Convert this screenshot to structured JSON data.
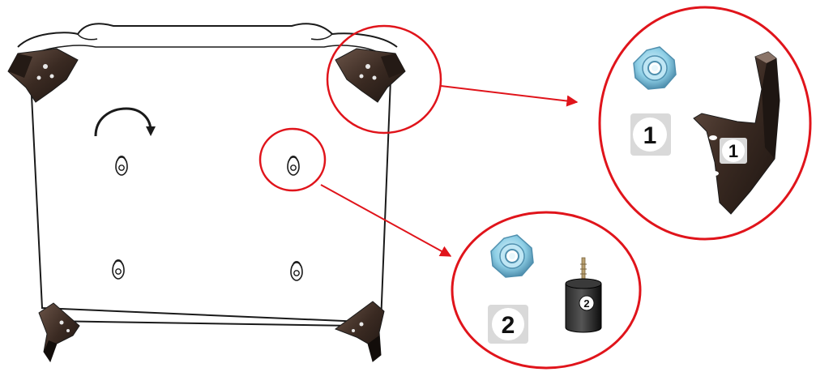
{
  "callouts": {
    "corner_detail": {
      "part_label": "1",
      "bracket_label": "1"
    },
    "foot_detail": {
      "part_label": "2",
      "foot_label": "2"
    }
  },
  "colors": {
    "callout_circle": "#e0141b",
    "arrow": "#e0141b",
    "outline": "#1a1a1a",
    "bracket": "#3a2a22",
    "tee_nut": "#8ecfe6",
    "tee_nut_dark": "#4f8fae",
    "label_tile": "#d9d9d9",
    "foot_body": "#151515"
  },
  "icons": {
    "rotation": "curved-arrow-clockwise-icon",
    "mount_hole": "keyhole-mount-icon",
    "tee_nut": "tee-nut-icon",
    "leg_bracket": "corner-leg-bracket-icon",
    "foot": "rubber-foot-icon"
  }
}
